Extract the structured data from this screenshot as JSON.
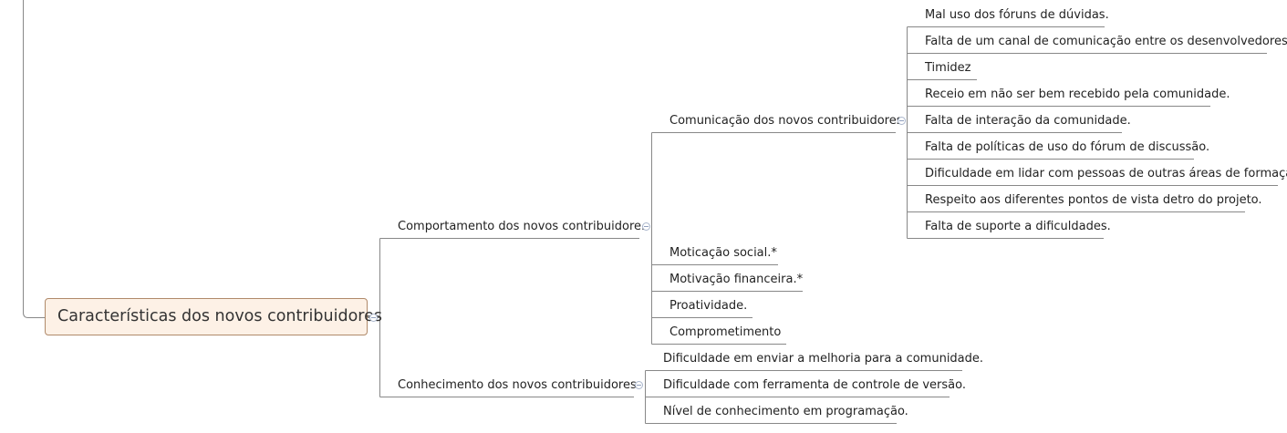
{
  "root": {
    "label": "Características dos novos contribuidores"
  },
  "branches": {
    "comportamento": {
      "label": "Comportamento dos novos contribuidore.",
      "comunicacao": {
        "label": "Comunicação dos novos contribuidores",
        "items": [
          "Mal uso dos fóruns de dúvidas.",
          "Falta de um canal de comunicação entre os desenvolvedores.",
          "Timidez",
          "Receio em não ser bem recebido pela comunidade.",
          "Falta de interação da comunidade.",
          "Falta de políticas de uso do fórum de discussão.",
          "Dificuldade em lidar com pessoas de outras áreas de formação.",
          "Respeito aos diferentes pontos de vista detro do projeto.",
          "Falta de suporte a dificuldades."
        ]
      },
      "others": [
        "Moticação social.*",
        "Motivação financeira.*",
        "Proatividade.",
        "Comprometimento"
      ]
    },
    "conhecimento": {
      "label": "Conhecimento dos novos contribuidores.",
      "items": [
        "Dificuldade em enviar a melhoria para a comunidade.",
        "Dificuldade com ferramenta de controle de versão.",
        "Nível de conhecimento em programação."
      ]
    }
  }
}
